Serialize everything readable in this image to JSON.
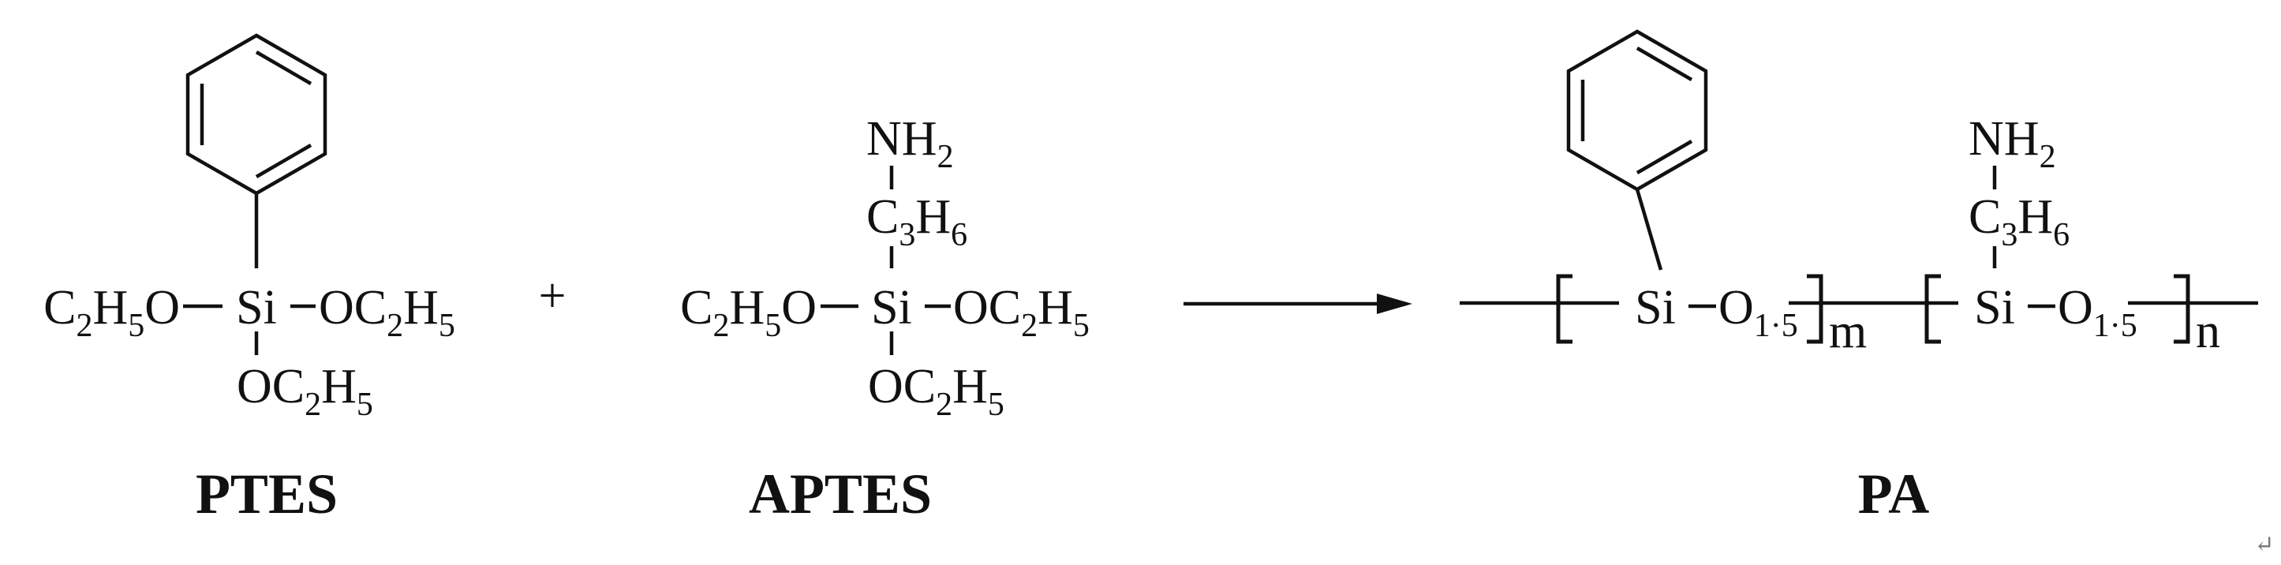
{
  "reactants": {
    "ptes": {
      "left_group": [
        "C",
        "2",
        "H",
        "5",
        "O"
      ],
      "si": "Si",
      "right_group": [
        "OC",
        "2",
        "H",
        "5"
      ],
      "bottom_group": [
        "OC",
        "2",
        "H",
        "5"
      ],
      "label": "PTES"
    },
    "plus": "+",
    "aptes": {
      "nh2": [
        "NH",
        "2"
      ],
      "c3h6": [
        "C",
        "3",
        "H",
        "6"
      ],
      "left_group": [
        "C",
        "2",
        "H",
        "5",
        "O"
      ],
      "si": "Si",
      "right_group": [
        "OC",
        "2",
        "H",
        "5"
      ],
      "bottom_group": [
        "OC",
        "2",
        "H",
        "5"
      ],
      "label": "APTES"
    }
  },
  "product": {
    "unit_m": {
      "si": "Si",
      "oxygen": [
        "O",
        "1·5"
      ],
      "subscript": "m"
    },
    "unit_n": {
      "nh2": [
        "NH",
        "2"
      ],
      "c3h6": [
        "C",
        "3",
        "H",
        "6"
      ],
      "si": "Si",
      "oxygen": [
        "O",
        "1·5"
      ],
      "subscript": "n"
    },
    "label": "PA"
  },
  "return_mark": "↵"
}
